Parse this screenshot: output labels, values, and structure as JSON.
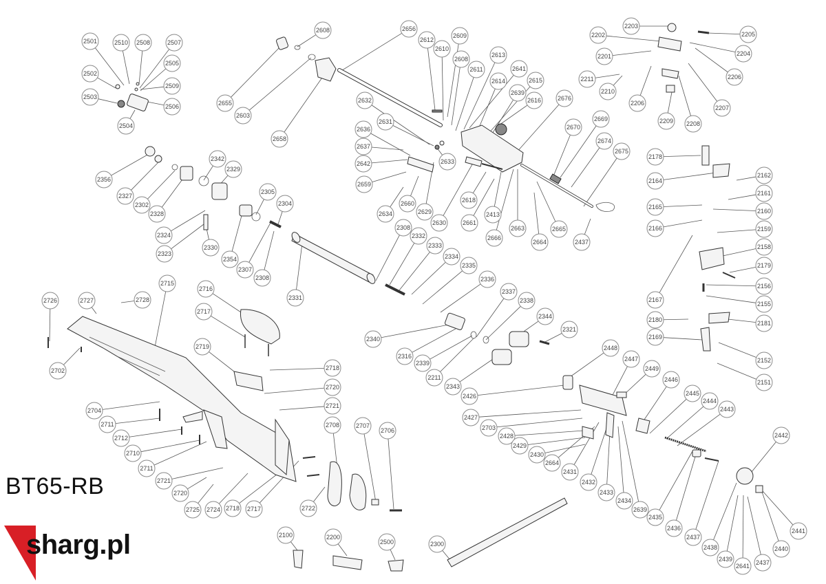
{
  "model_label": "BT65-RB",
  "logo": {
    "text": "sharg.pl",
    "accent_color": "#d81f26"
  },
  "callouts": [
    "2501",
    "2510",
    "2508",
    "2507",
    "2502",
    "2505",
    "2509",
    "2503",
    "2506",
    "2504",
    "2608",
    "2655",
    "2603",
    "2658",
    "2656",
    "2612",
    "2609",
    "2610",
    "2608",
    "2611",
    "2613",
    "2641",
    "2614",
    "2615",
    "2639",
    "2616",
    "2676",
    "2632",
    "2631",
    "2636",
    "2637",
    "2633",
    "2642",
    "2659",
    "2660",
    "2634",
    "2629",
    "2630",
    "2618",
    "2661",
    "2413",
    "2663",
    "2665",
    "2664",
    "2666",
    "2670",
    "2669",
    "2674",
    "2675",
    "2437",
    "2203",
    "2205",
    "2202",
    "2204",
    "2201",
    "2206",
    "2211",
    "2210",
    "2206",
    "2207",
    "2209",
    "2208",
    "2356",
    "2342",
    "2329",
    "2327",
    "2302",
    "2328",
    "2324",
    "2305",
    "2304",
    "2323",
    "2330",
    "2354",
    "2307",
    "2308",
    "2331",
    "2308",
    "2332",
    "2333",
    "2334",
    "2335",
    "2336",
    "2337",
    "2338",
    "2340",
    "2344",
    "2321",
    "2316",
    "2339",
    "2211",
    "2343",
    "2726",
    "2727",
    "2728",
    "2715",
    "2702",
    "2716",
    "2717",
    "2719",
    "2718",
    "2720",
    "2721",
    "2704",
    "2711",
    "2712",
    "2710",
    "2711",
    "2721",
    "2720",
    "2725",
    "2724",
    "2718",
    "2717",
    "2722",
    "2708",
    "2707",
    "2706",
    "2448",
    "2447",
    "2449",
    "2446",
    "2445",
    "2444",
    "2443",
    "2426",
    "2427",
    "2703",
    "2428",
    "2429",
    "2430",
    "2664",
    "2431",
    "2432",
    "2433",
    "2434",
    "2639",
    "2435",
    "2436",
    "2437",
    "2438",
    "2439",
    "2641",
    "2437",
    "2440",
    "2441",
    "2442",
    "2178",
    "2164",
    "2162",
    "2161",
    "2165",
    "2160",
    "2166",
    "2159",
    "2158",
    "2179",
    "2156",
    "2155",
    "2167",
    "2180",
    "2181",
    "2169",
    "2152",
    "2151",
    "2100",
    "2200",
    "2500",
    "2300"
  ]
}
